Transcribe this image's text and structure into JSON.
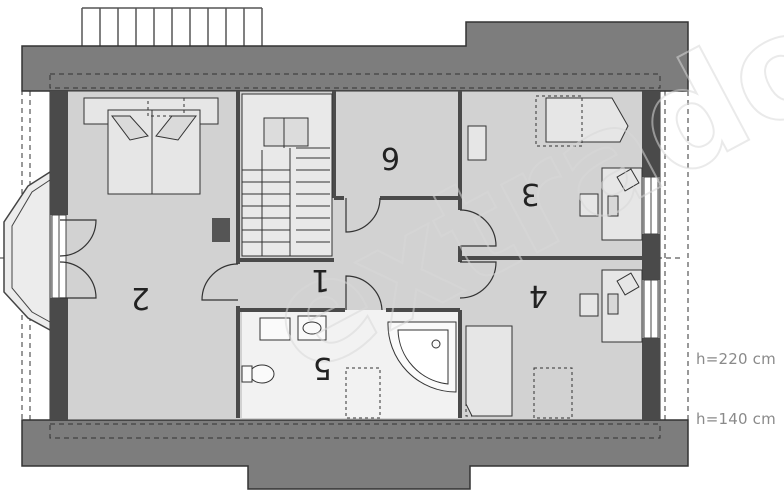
{
  "plan": {
    "rooms": [
      {
        "id": "room-1",
        "label": "1"
      },
      {
        "id": "room-2",
        "label": "2"
      },
      {
        "id": "room-3",
        "label": "3"
      },
      {
        "id": "room-4",
        "label": "4"
      },
      {
        "id": "room-5",
        "label": "5"
      },
      {
        "id": "room-6",
        "label": "6"
      }
    ],
    "height_labels": {
      "h220": "h=220 cm",
      "h140": "h=140 cm"
    },
    "watermark": "extradom",
    "colors": {
      "roof": "#7a7a7a",
      "floor": "#d2d2d2",
      "wall": "#4a4a4a",
      "bath_floor": "#f2f2f2",
      "furniture": "#e6e6e6"
    }
  }
}
